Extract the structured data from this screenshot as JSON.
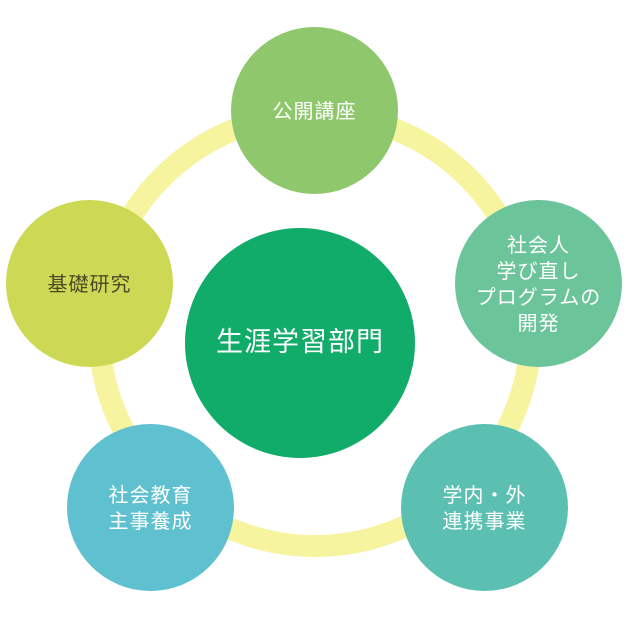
{
  "colors": {
    "ring": "#f7f4a0",
    "center": "#11ab6a",
    "top": "#8ec76c",
    "right": "#6cc49b",
    "bottom_right": "#5bc0b2",
    "bottom_left": "#5fc1cf",
    "left": "#cdd955",
    "text_light": "#ffffff",
    "text_dark": "#4a4a28"
  },
  "center": {
    "label": "生涯学習部門"
  },
  "nodes": {
    "top": {
      "label": "公開講座"
    },
    "right": {
      "label": "社会人\n学び直し\nプログラムの\n開発"
    },
    "bottom_right": {
      "label": "学内・外\n連携事業"
    },
    "bottom_left": {
      "label": "社会教育\n主事養成"
    },
    "left": {
      "label": "基礎研究"
    }
  }
}
